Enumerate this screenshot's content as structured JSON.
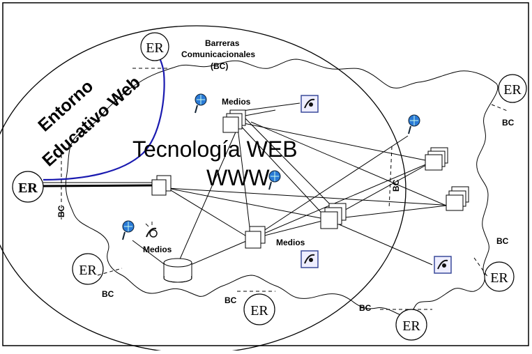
{
  "title_top": "Barreras\nComunicacionales\n(BC)",
  "entorno_line1": "Entorno",
  "entorno_line2": "Educativo Web",
  "tech_line1": "Tecnología WEB",
  "tech_line2": "WWW",
  "medios_label": "Medios",
  "bc_label": "BC",
  "er_label": "ER",
  "colors": {
    "stroke": "#000000",
    "link_blue": "#1a1ab0",
    "icon_blue": "#2a7ad6",
    "icon_box": "#3a4a9a"
  },
  "icons": {
    "globe": "globe-icon",
    "satellite": "satellite-dish-icon",
    "database": "database-icon"
  }
}
